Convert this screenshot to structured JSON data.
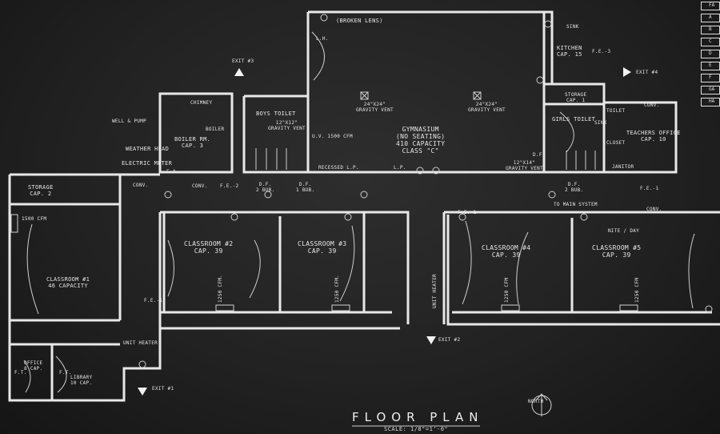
{
  "drawing": {
    "title": "FLOOR PLAN",
    "scale": "SCALE: 1/8\"=1'-0\""
  },
  "legend": [
    "FA",
    "A",
    "B",
    "C",
    "D",
    "E",
    "F",
    "GA",
    "HA"
  ],
  "rooms": {
    "gymnasium": {
      "name": "GYMNASIUM",
      "seating": "(NO SEATING)",
      "capacity": "410 CAPACITY",
      "class": "CLASS \"C\""
    },
    "classroom1": {
      "name": "CLASSROOM #1",
      "capacity": "46 CAPACITY"
    },
    "classroom2": {
      "name": "CLASSROOM #2",
      "capacity": "CAP. 39"
    },
    "classroom3": {
      "name": "CLASSROOM #3",
      "capacity": "CAP. 39"
    },
    "classroom4": {
      "name": "CLASSROOM #4",
      "capacity": "CAP. 39"
    },
    "classroom5": {
      "name": "CLASSROOM #5",
      "capacity": "CAP. 39"
    },
    "storage_left": {
      "name": "STORAGE",
      "capacity": "CAP. 2"
    },
    "boiler": {
      "name": "BOILER RM.",
      "capacity": "CAP. 3"
    },
    "boys_toilet": {
      "name": "BOYS TOILET"
    },
    "girls_toilet": {
      "name": "GIRLS TOILET"
    },
    "kitchen": {
      "name": "KITCHEN",
      "capacity": "CAP. 15"
    },
    "storage_kitchen": {
      "name": "STORAGE",
      "capacity": "CAP. 1"
    },
    "teachers_office": {
      "name": "TEACHERS OFFICE",
      "capacity": "CAP. 10"
    },
    "office": {
      "name": "OFFICE",
      "capacity": "8 CAP."
    },
    "library": {
      "name": "LIBRARY",
      "capacity": "10 CAP."
    },
    "closet": {
      "name": "CLOSET"
    },
    "toilet": {
      "name": "TOILET"
    },
    "janitor": {
      "name": "JANITOR"
    }
  },
  "annotations": {
    "broken_lens": "(BROKEN LENS)",
    "sink": "SINK",
    "sink2": "SINK",
    "vent_a": "24\"x24\"",
    "vent_b": "24\"x24\"",
    "vent_label": "GRAVITY VENT",
    "vent_label2": "GRAVITY VENT",
    "vent_c": "12\"x14\"",
    "vent_c_label": "GRAVITY VENT",
    "vent_d": "12\"x12\"",
    "vent_d_label": "GRAVITY VENT",
    "uv_1500_gym": "U.V. 1500 CFM",
    "uv_1500_cr1": "1500 CFM",
    "recessed_lp": "RECESSED L.P.",
    "lp": "L.P.",
    "well_pump": "WELL & PUMP",
    "weather_head": "WEATHER HEAD",
    "electric_meter": "ELECTRIC METER",
    "conv1": "CONV.",
    "conv2": "CONV.",
    "conv3": "CONV.",
    "conv4": "CONV.",
    "conv5": "CONV.",
    "fe1": "F.E.-1",
    "fe2": "F.E.-2",
    "fe3": "F.E.-3",
    "fe_right": "F.E.-1",
    "fe_cr1": "F.E.-1",
    "fe_mid": "F.E.-1",
    "df1": "D.F.",
    "df1b": "2 BUB.",
    "df2": "D.F.",
    "df2b": "1 BUB.",
    "df3": "D.F.",
    "df3b": "2 BUB.",
    "df_k": "D.F.",
    "exit1": "EXIT #1",
    "exit2": "EXIT #2",
    "exit3": "EXIT #3",
    "exit4": "EXIT #4",
    "main_system": "TO MAIN SYSTEM",
    "nite_day": "NITE / DAY",
    "unit_heater": "UNIT HEATER",
    "unit_heater2": "UNIT HEATER",
    "cfm_cr2": "1250 CFM.",
    "cfm_cr3": "1250 CFM.",
    "cfm_cr4": "1250 CFM",
    "cfm_cr5": "1250 CFM",
    "uv": "U.V.",
    "ft": "F.T.",
    "ft2": "F.T.",
    "chimney": "CHIMNEY",
    "boiler": "BOILER",
    "lh": "L.H.",
    "north": "NORTH",
    "fa": "F.A."
  }
}
